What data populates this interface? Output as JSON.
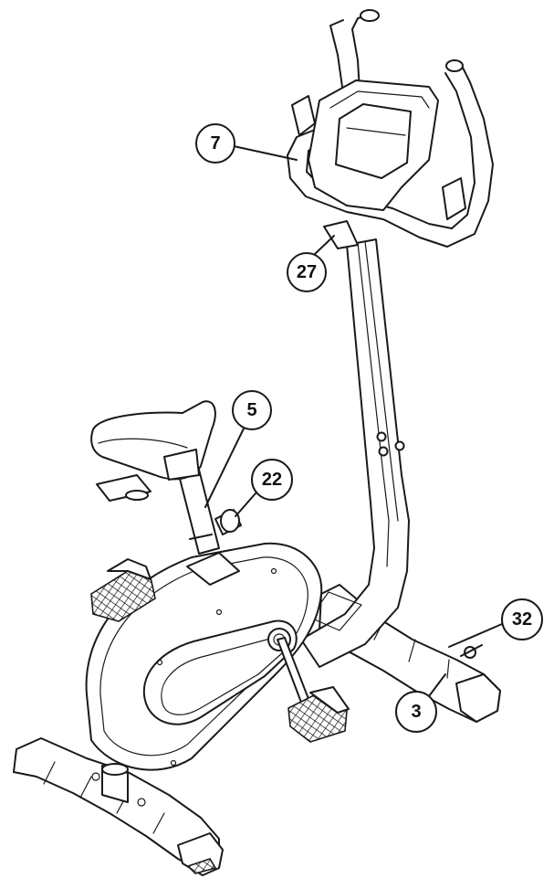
{
  "callouts": [
    {
      "id": "7",
      "label": "7"
    },
    {
      "id": "27",
      "label": "27"
    },
    {
      "id": "5",
      "label": "5"
    },
    {
      "id": "22",
      "label": "22"
    },
    {
      "id": "32",
      "label": "32"
    },
    {
      "id": "3",
      "label": "3"
    }
  ],
  "colors": {
    "line": "#1a1a1a",
    "background": "#ffffff"
  }
}
